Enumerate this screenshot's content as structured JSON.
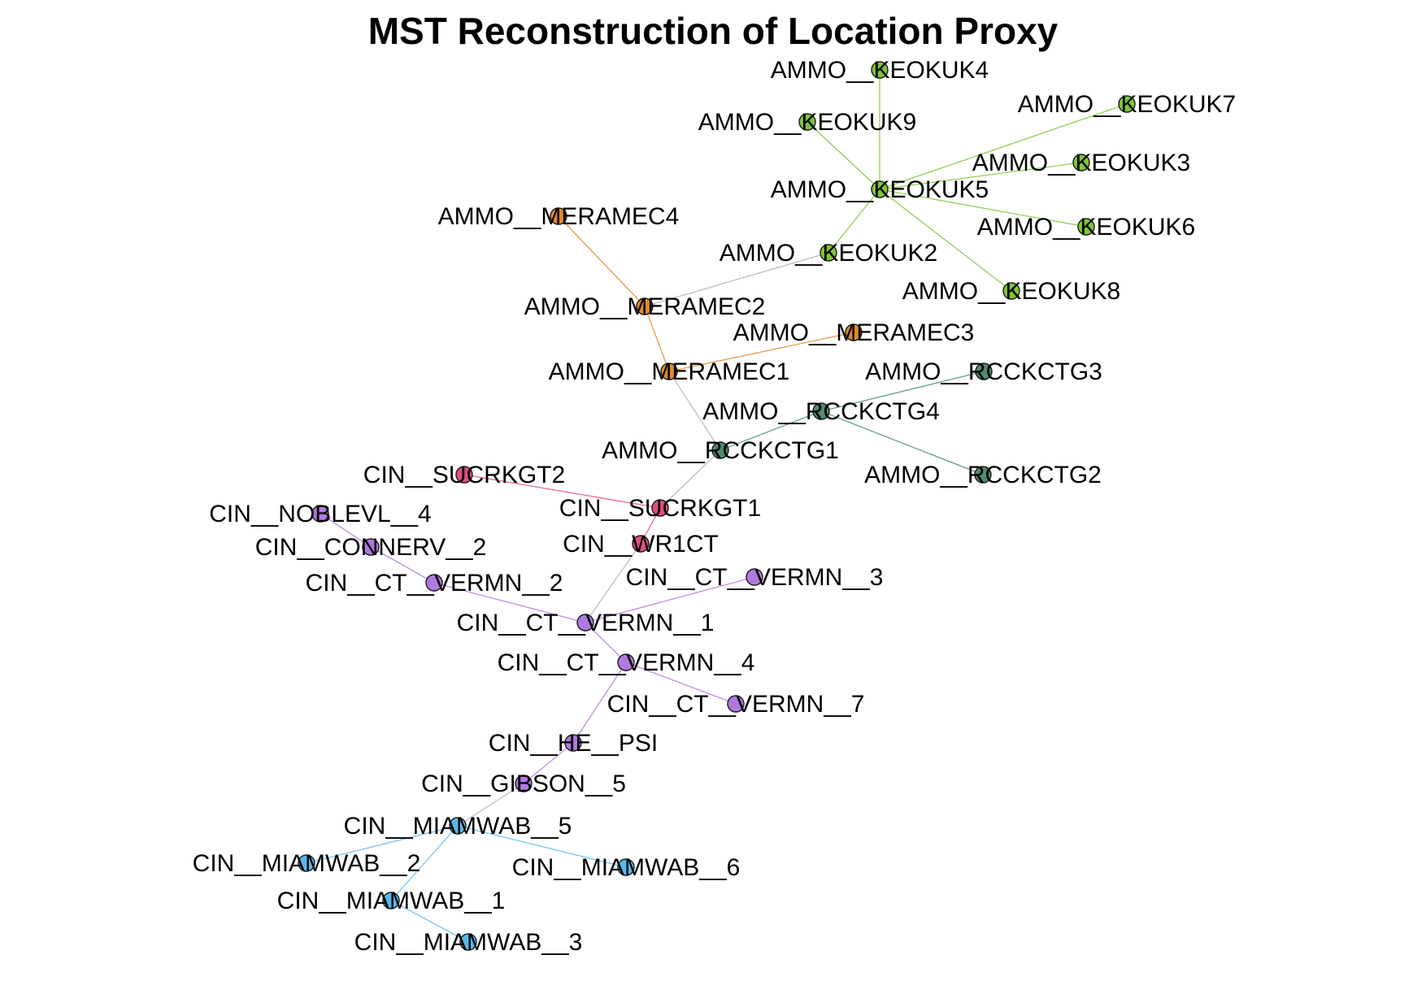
{
  "title": "MST Reconstruction of Location Proxy",
  "groups": {
    "keokuk": "#7ec636",
    "meramec": "#e08a2c",
    "rcckctg": "#4f8c6e",
    "sucrkgt": "#e0507a",
    "vermn": "#b07ae0",
    "miamwab": "#5ab8ea"
  },
  "nodes": [
    {
      "id": "AMMO__KEOKUK4",
      "label": "AMMO__KEOKUK4",
      "group": "keokuk"
    },
    {
      "id": "AMMO__KEOKUK9",
      "label": "AMMO__KEOKUK9",
      "group": "keokuk"
    },
    {
      "id": "AMMO__KEOKUK7",
      "label": "AMMO__KEOKUK7",
      "group": "keokuk"
    },
    {
      "id": "AMMO__KEOKUK3",
      "label": "AMMO__KEOKUK3",
      "group": "keokuk"
    },
    {
      "id": "AMMO__KEOKUK5",
      "label": "AMMO__KEOKUK5",
      "group": "keokuk"
    },
    {
      "id": "AMMO__KEOKUK6",
      "label": "AMMO__KEOKUK6",
      "group": "keokuk"
    },
    {
      "id": "AMMO__KEOKUK2",
      "label": "AMMO__KEOKUK2",
      "group": "keokuk"
    },
    {
      "id": "AMMO__KEOKUK8",
      "label": "AMMO__KEOKUK8",
      "group": "keokuk"
    },
    {
      "id": "AMMO__MERAMEC4",
      "label": "AMMO__MERAMEC4",
      "group": "meramec"
    },
    {
      "id": "AMMO__MERAMEC2",
      "label": "AMMO__MERAMEC2",
      "group": "meramec"
    },
    {
      "id": "AMMO__MERAMEC3",
      "label": "AMMO__MERAMEC3",
      "group": "meramec"
    },
    {
      "id": "AMMO__MERAMEC1",
      "label": "AMMO__MERAMEC1",
      "group": "meramec"
    },
    {
      "id": "AMMO__RCCKCTG3",
      "label": "AMMO__RCCKCTG3",
      "group": "rcckctg"
    },
    {
      "id": "AMMO__RCCKCTG4",
      "label": "AMMO__RCCKCTG4",
      "group": "rcckctg"
    },
    {
      "id": "AMMO__RCCKCTG1",
      "label": "AMMO__RCCKCTG1",
      "group": "rcckctg"
    },
    {
      "id": "AMMO__RCCKCTG2",
      "label": "AMMO__RCCKCTG2",
      "group": "rcckctg"
    },
    {
      "id": "CIN__SUCRKGT2",
      "label": "CIN__SUCRKGT2",
      "group": "sucrkgt"
    },
    {
      "id": "CIN__SUCRKGT1",
      "label": "CIN__SUCRKGT1",
      "group": "sucrkgt"
    },
    {
      "id": "CIN__WR1CT",
      "label": "CIN__WR1CT",
      "group": "sucrkgt"
    },
    {
      "id": "CIN__NOBLEVL__4",
      "label": "CIN__NOBLEVL__4",
      "group": "vermn"
    },
    {
      "id": "CIN__CONNERV__2",
      "label": "CIN__CONNERV__2",
      "group": "vermn"
    },
    {
      "id": "CIN__CT__VERMN__2",
      "label": "CIN__CT__VERMN__2",
      "group": "vermn"
    },
    {
      "id": "CIN__CT__VERMN__3",
      "label": "CIN__CT__VERMN__3",
      "group": "vermn"
    },
    {
      "id": "CIN__CT__VERMN__1",
      "label": "CIN__CT__VERMN__1",
      "group": "vermn"
    },
    {
      "id": "CIN__CT__VERMN__4",
      "label": "CIN__CT__VERMN__4",
      "group": "vermn"
    },
    {
      "id": "CIN__CT__VERMN__7",
      "label": "CIN__CT__VERMN__7",
      "group": "vermn"
    },
    {
      "id": "CIN__HE__PSI",
      "label": "CIN__HE__PSI",
      "group": "vermn"
    },
    {
      "id": "CIN__GIBSON__5",
      "label": "CIN__GIBSON__5",
      "group": "vermn"
    },
    {
      "id": "CIN__MIAMWAB__5",
      "label": "CIN__MIAMWAB__5",
      "group": "miamwab"
    },
    {
      "id": "CIN__MIAMWAB__2",
      "label": "CIN__MIAMWAB__2",
      "group": "miamwab"
    },
    {
      "id": "CIN__MIAMWAB__6",
      "label": "CIN__MIAMWAB__6",
      "group": "miamwab"
    },
    {
      "id": "CIN__MIAMWAB__1",
      "label": "CIN__MIAMWAB__1",
      "group": "miamwab"
    },
    {
      "id": "CIN__MIAMWAB__3",
      "label": "CIN__MIAMWAB__3",
      "group": "miamwab"
    }
  ],
  "edges": [
    [
      "AMMO__KEOKUK5",
      "AMMO__KEOKUK4"
    ],
    [
      "AMMO__KEOKUK5",
      "AMMO__KEOKUK9"
    ],
    [
      "AMMO__KEOKUK5",
      "AMMO__KEOKUK7"
    ],
    [
      "AMMO__KEOKUK5",
      "AMMO__KEOKUK3"
    ],
    [
      "AMMO__KEOKUK5",
      "AMMO__KEOKUK6"
    ],
    [
      "AMMO__KEOKUK5",
      "AMMO__KEOKUK2"
    ],
    [
      "AMMO__KEOKUK5",
      "AMMO__KEOKUK8"
    ],
    [
      "AMMO__KEOKUK2",
      "AMMO__MERAMEC2"
    ],
    [
      "AMMO__MERAMEC4",
      "AMMO__MERAMEC2"
    ],
    [
      "AMMO__MERAMEC2",
      "AMMO__MERAMEC1"
    ],
    [
      "AMMO__MERAMEC1",
      "AMMO__MERAMEC3"
    ],
    [
      "AMMO__MERAMEC1",
      "AMMO__RCCKCTG1"
    ],
    [
      "AMMO__RCCKCTG1",
      "AMMO__RCCKCTG4"
    ],
    [
      "AMMO__RCCKCTG4",
      "AMMO__RCCKCTG3"
    ],
    [
      "AMMO__RCCKCTG4",
      "AMMO__RCCKCTG2"
    ],
    [
      "AMMO__RCCKCTG1",
      "CIN__SUCRKGT1"
    ],
    [
      "CIN__SUCRKGT2",
      "CIN__SUCRKGT1"
    ],
    [
      "CIN__SUCRKGT1",
      "CIN__WR1CT"
    ],
    [
      "CIN__WR1CT",
      "CIN__CT__VERMN__1"
    ],
    [
      "CIN__NOBLEVL__4",
      "CIN__CONNERV__2"
    ],
    [
      "CIN__CONNERV__2",
      "CIN__CT__VERMN__2"
    ],
    [
      "CIN__CT__VERMN__2",
      "CIN__CT__VERMN__1"
    ],
    [
      "CIN__CT__VERMN__1",
      "CIN__CT__VERMN__3"
    ],
    [
      "CIN__CT__VERMN__1",
      "CIN__CT__VERMN__4"
    ],
    [
      "CIN__CT__VERMN__4",
      "CIN__CT__VERMN__7"
    ],
    [
      "CIN__CT__VERMN__4",
      "CIN__HE__PSI"
    ],
    [
      "CIN__HE__PSI",
      "CIN__GIBSON__5"
    ],
    [
      "CIN__GIBSON__5",
      "CIN__MIAMWAB__5"
    ],
    [
      "CIN__MIAMWAB__5",
      "CIN__MIAMWAB__2"
    ],
    [
      "CIN__MIAMWAB__5",
      "CIN__MIAMWAB__6"
    ],
    [
      "CIN__MIAMWAB__5",
      "CIN__MIAMWAB__1"
    ],
    [
      "CIN__MIAMWAB__1",
      "CIN__MIAMWAB__3"
    ]
  ]
}
